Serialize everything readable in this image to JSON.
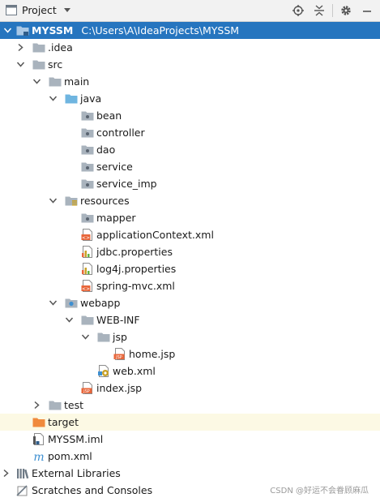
{
  "toolbar": {
    "title": "Project"
  },
  "tree": {
    "root_name": "MYSSM",
    "root_path": "C:\\Users\\A\\IdeaProjects\\MYSSM",
    "idea": ".idea",
    "src": "src",
    "main": "main",
    "java": "java",
    "bean": "bean",
    "controller": "controller",
    "dao": "dao",
    "service": "service",
    "service_imp": "service_imp",
    "resources": "resources",
    "mapper": "mapper",
    "applicationContext": "applicationContext.xml",
    "jdbc": "jdbc.properties",
    "log4j": "log4j.properties",
    "spring_mvc": "spring-mvc.xml",
    "webapp": "webapp",
    "webinf": "WEB-INF",
    "jsp": "jsp",
    "home": "home.jsp",
    "webxml": "web.xml",
    "index": "index.jsp",
    "test": "test",
    "target": "target",
    "iml": "MYSSM.iml",
    "pom": "pom.xml",
    "external": "External Libraries",
    "scratches": "Scratches and Consoles"
  },
  "badge_text": {
    "xml": "<>",
    "jsp": "JSP"
  },
  "watermark": "CSDN @好运不会眷顾麻瓜",
  "colors": {
    "selection": "#2675bf",
    "folder": "#a9b3bd",
    "source_folder": "#6fb5e0",
    "excluded_folder": "#f08a3c",
    "excluded_bg": "#fcf9e4"
  }
}
